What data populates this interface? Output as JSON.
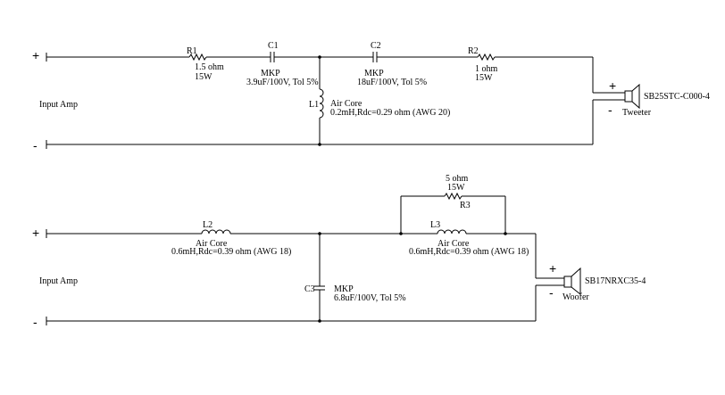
{
  "tweeter_circuit": {
    "input_label": "Input Amp",
    "plus": "+",
    "minus": "-",
    "r1": {
      "ref": "R1",
      "value": "1.5 ohm",
      "power": "15W"
    },
    "c1": {
      "ref": "C1",
      "type": "MKP",
      "spec": "3.9uF/100V, Tol 5%"
    },
    "c2": {
      "ref": "C2",
      "type": "MKP",
      "spec": "18uF/100V, Tol 5%"
    },
    "r2": {
      "ref": "R2",
      "value": "1 ohm",
      "power": "15W"
    },
    "l1": {
      "ref": "L1",
      "type": "Air Core",
      "spec": "0.2mH,Rdc=0.29 ohm (AWG 20)"
    },
    "speaker": {
      "model": "SB25STC-C000-4",
      "label": "Tweeter",
      "plus": "+",
      "minus": "-"
    }
  },
  "woofer_circuit": {
    "input_label": "Input Amp",
    "plus": "+",
    "minus": "-",
    "l2": {
      "ref": "L2",
      "type": "Air Core",
      "spec": "0.6mH,Rdc=0.39 ohm (AWG 18)"
    },
    "c3": {
      "ref": "C3",
      "type": "MKP",
      "spec": "6.8uF/100V, Tol 5%"
    },
    "l3": {
      "ref": "L3",
      "type": "Air Core",
      "spec": "0.6mH,Rdc=0.39 ohm (AWG 18)"
    },
    "r3": {
      "ref": "R3",
      "value": "5 ohm",
      "power": "15W"
    },
    "speaker": {
      "model": "SB17NRXC35-4",
      "label": "Woofer",
      "plus": "+",
      "minus": "-"
    }
  }
}
